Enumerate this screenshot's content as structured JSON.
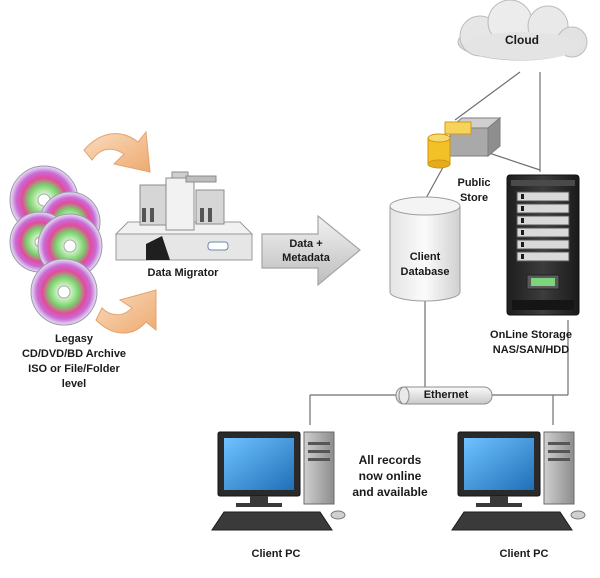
{
  "nodes": {
    "cloud": {
      "label": "Cloud"
    },
    "public_store": {
      "lines": [
        "Public",
        "Store"
      ]
    },
    "data_migrator": {
      "label": "Data Migrator"
    },
    "flow_arrow": {
      "lines": [
        "Data +",
        "Metadata"
      ]
    },
    "client_database": {
      "lines": [
        "Client",
        "Database"
      ]
    },
    "online_storage": {
      "lines": [
        "OnLine Storage",
        "NAS/SAN/HDD"
      ]
    },
    "legacy_archive": {
      "lines": [
        "Legasy",
        "CD/DVD/BD Archive",
        "ISO or File/Folder",
        "level"
      ]
    },
    "ethernet": {
      "label": "Ethernet"
    },
    "records_note": {
      "lines": [
        "All records",
        "now online",
        "and available"
      ]
    },
    "client_pc_left": {
      "label": "Client PC"
    },
    "client_pc_right": {
      "label": "Client PC"
    }
  },
  "colors": {
    "arrow_orange": "#f4c79c",
    "arrow_gray": "#d7d7d7",
    "line": "#6f6f6f",
    "monitor_screen": "#2f8fd8",
    "server_body": "#2b2b2b",
    "public_store_yellow": "#f2c027"
  }
}
